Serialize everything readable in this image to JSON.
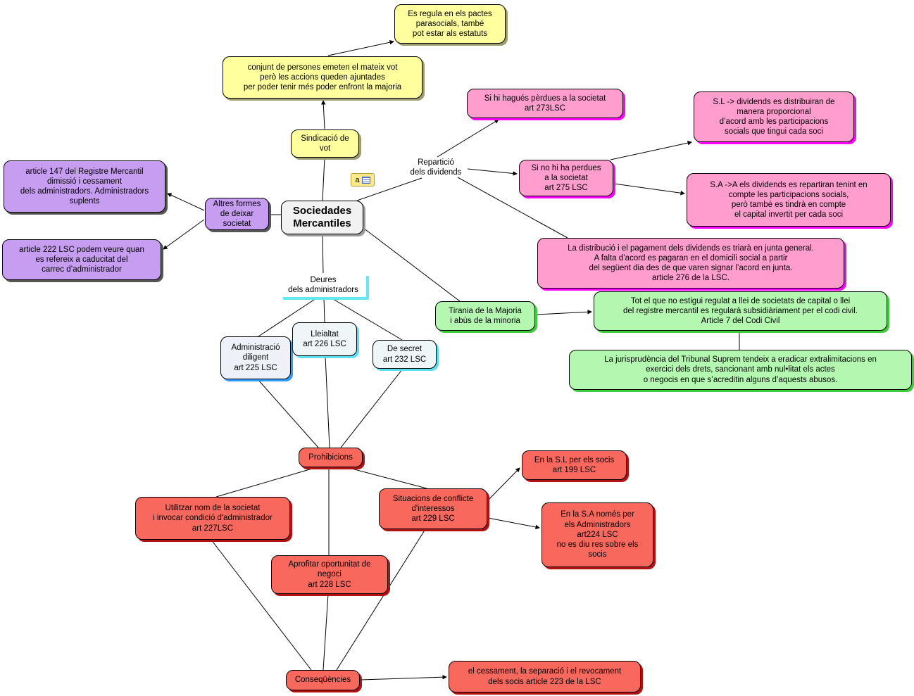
{
  "diagram_title": "Sociedades Mercantiles",
  "colors": {
    "yellow_fill": "#ffff9e",
    "pink_fill": "#ff9dcf",
    "pink_shadow": "#ff00ff",
    "purple_fill": "#c79df2",
    "green_fill": "#b3f7b0",
    "green_shadow": "#3ecc3e",
    "red_fill": "#f9685d",
    "red_shadow": "#b31111",
    "blue_shadow": "#2f9bff",
    "cyan_shadow": "#59dff2",
    "line_color": "#000000"
  },
  "icons": {
    "resource_letter": "a",
    "resource_icon_name": "document-icon"
  },
  "nodes": {
    "es_regula": "Es regula en els pactes\nparasocials, també\npot estar als estatuts",
    "conjunt": "conjunt de persones emeten el mateix vot\nperò les accions queden ajuntades\nper poder tenir més poder enfront la majoria",
    "sindicacio": "Sindicació de\nvot",
    "si_perdues": "Si hi hagués pèrdues a la societat\nart 273LSC",
    "reparticio": "Repartició\ndels dividends",
    "si_no_perdues": "Si no hi ha perdues\na la societat\nart 275 LSC",
    "sl_dividends": "S.L -> dividends es distribuiran de\nmanera proporcional\nd’acord amb les participacions\nsocials que tingui cada soci",
    "sa_dividends": "S.A ->A els dividends es repartiran tenint en\ncompte les participacions socials,\nperò també es tindrà en compte\nel capital invertit per cada soci",
    "distribucio": "La distribució i el pagament dels dividends es triarà en junta general.\nA falta d’acord  es pagaran en el domicili social a partir\ndel següent dia des de que varen signar l’acord en junta.\narticle 276 de la LSC.",
    "art147": "article 147 del Registre Mercantil\ndimissió i cessament\ndels administradors. Administradors\nsuplents",
    "altres_formes": "Altres formes\nde deixar\nsocietat",
    "art222": "article 222 LSC podem veure quan\nes refereix a caducitat del\ncarrec d’administrador",
    "sociedades": "Sociedades\nMercantiles",
    "deures": "Deures\ndels administradors",
    "tirania": "Tirania de la Majoria\ni abús de la minoria",
    "codi_civil": "Tot el que no estigui regulat a llei de societats de capital o llei\ndel registre mercantil es regularà subsidiàriament per el codi civil.\nArticle 7 del Codi Civil",
    "jurisprudencia": "La jurisprudència del Tribunal Suprem  tendeix a eradicar extralimitacions en\nexercici dels drets, sancionant amb nul•litat els actes\no negocis en que s’acreditin alguns d’aquests abusos.",
    "adm_diligent": "Administració\ndiligent\nart 225 LSC",
    "lleialtat": "Lleialtat\nart 226 LSC",
    "secret": "De secret\nart 232 LSC",
    "prohibicions": "Prohibicions",
    "utilitzar_nom": "Utilitzar nom de la societat\ni invocar condició d'administrador\nart 227LSC",
    "conflicte": "Situacions de conflicte\nd'interessos\nart 229 LSC",
    "sl_socis": "En la S.L per els socis\nart 199 LSC",
    "sa_admins": "En la S.A només per\nels Administradors\nart224 LSC\nno es diu res sobre els\nsocis",
    "aprofitar": "Aprofitar oportunitat de\nnegoci\nart 228 LSC",
    "consequencies": "Conseqüències",
    "cessament": "el cessament, la separació i el revocament\ndels socis article 223 de la LSC"
  },
  "edges": [
    {
      "from": "sindicacio",
      "to": "conjunt",
      "arrow": true
    },
    {
      "from": "conjunt",
      "to": "es_regula",
      "arrow": true
    },
    {
      "from": "reparticio",
      "to": "si_perdues",
      "arrow": true
    },
    {
      "from": "reparticio",
      "to": "si_no_perdues",
      "arrow": true
    },
    {
      "from": "si_no_perdues",
      "to": "sl_dividends",
      "arrow": true
    },
    {
      "from": "si_no_perdues",
      "to": "sa_dividends",
      "arrow": true
    },
    {
      "from": "altres_formes",
      "to": "art147",
      "arrow": true
    },
    {
      "from": "altres_formes",
      "to": "art222",
      "arrow": true
    },
    {
      "from": "tirania",
      "to": "codi_civil",
      "arrow": true
    },
    {
      "from": "conflicte",
      "to": "sl_socis",
      "arrow": true
    },
    {
      "from": "conflicte",
      "to": "sa_admins",
      "arrow": true
    },
    {
      "from": "consequencies",
      "to": "cessament",
      "arrow": true
    },
    {
      "from": "sociedades",
      "to": "sindicacio",
      "arrow": false
    },
    {
      "from": "sociedades",
      "to": "reparticio",
      "arrow": false
    },
    {
      "from": "reparticio",
      "to": "distribucio",
      "arrow": false
    },
    {
      "from": "sociedades",
      "to": "altres_formes",
      "arrow": false
    },
    {
      "from": "sociedades",
      "to": "deures",
      "arrow": false
    },
    {
      "from": "sociedades",
      "to": "tirania",
      "arrow": false
    },
    {
      "from": "codi_civil",
      "to": "jurisprudencia",
      "arrow": false
    },
    {
      "from": "deures",
      "to": "adm_diligent",
      "arrow": false
    },
    {
      "from": "deures",
      "to": "lleialtat",
      "arrow": false
    },
    {
      "from": "deures",
      "to": "secret",
      "arrow": false
    },
    {
      "from": "adm_diligent",
      "to": "prohibicions",
      "arrow": false
    },
    {
      "from": "lleialtat",
      "to": "prohibicions",
      "arrow": false
    },
    {
      "from": "secret",
      "to": "prohibicions",
      "arrow": false
    },
    {
      "from": "prohibicions",
      "to": "utilitzar_nom",
      "arrow": false
    },
    {
      "from": "prohibicions",
      "to": "aprofitar",
      "arrow": false
    },
    {
      "from": "prohibicions",
      "to": "conflicte",
      "arrow": false
    },
    {
      "from": "utilitzar_nom",
      "to": "consequencies",
      "arrow": false
    },
    {
      "from": "aprofitar",
      "to": "consequencies",
      "arrow": false
    },
    {
      "from": "conflicte",
      "to": "consequencies",
      "arrow": false
    }
  ]
}
